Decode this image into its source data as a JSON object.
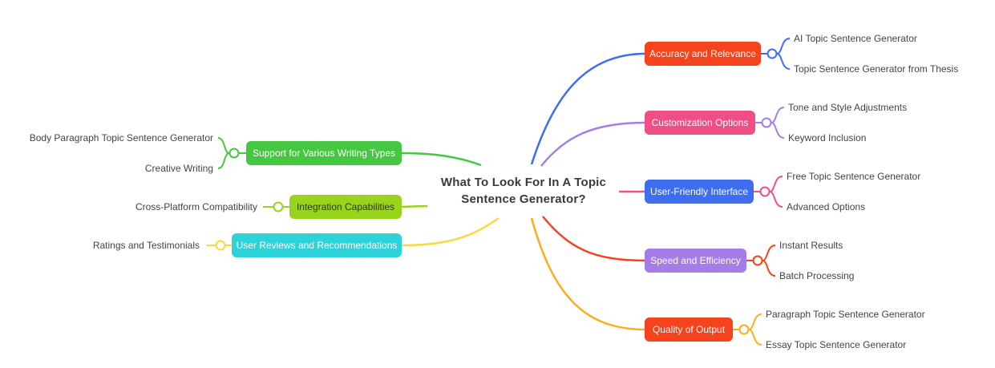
{
  "center": {
    "line1": "What To Look For In A Topic",
    "line2": "Sentence Generator?"
  },
  "branches": {
    "accuracy": {
      "label": "Accuracy and Relevance",
      "color": "#f5431e",
      "line": "#3d6ef0",
      "leaves": [
        "AI Topic Sentence Generator",
        "Topic Sentence Generator from Thesis"
      ]
    },
    "customization": {
      "label": "Customization Options",
      "color": "#f04f86",
      "line": "#a57ce8",
      "leaves": [
        "Tone and Style Adjustments",
        "Keyword Inclusion"
      ]
    },
    "userfriendly": {
      "label": "User-Friendly Interface",
      "color": "#3d6ef0",
      "line": "#f04f86",
      "leaves": [
        "Free Topic Sentence Generator",
        "Advanced Options"
      ]
    },
    "speed": {
      "label": "Speed and Efficiency",
      "color": "#a57ce8",
      "line": "#f5431e",
      "leaves": [
        "Instant Results",
        "Batch Processing"
      ]
    },
    "quality": {
      "label": "Quality of Output",
      "color": "#f5431e",
      "line": "#fbae1b",
      "leaves": [
        "Paragraph Topic Sentence Generator",
        "Essay Topic Sentence Generator"
      ]
    },
    "support": {
      "label": "Support for Various Writing Types",
      "color": "#46c741",
      "line": "#46c741",
      "leaves": [
        "Body Paragraph Topic Sentence Generator",
        "Creative Writing"
      ]
    },
    "integration": {
      "label": "Integration Capabilities",
      "color": "#98d41c",
      "line": "#98d41c",
      "leaves": [
        "Cross-Platform Compatibility"
      ]
    },
    "reviews": {
      "label": "User Reviews and Recommendations",
      "color": "#2ed3d9",
      "line": "#f7d944",
      "leaves": [
        "Ratings and Testimonials"
      ]
    }
  }
}
